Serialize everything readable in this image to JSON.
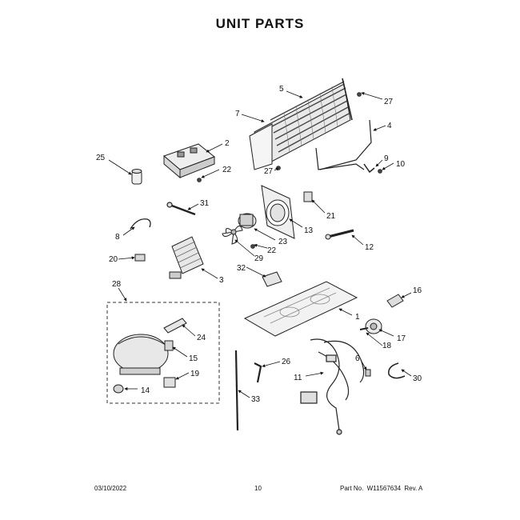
{
  "title": "UNIT PARTS",
  "callouts": {
    "c1": "1",
    "c2": "2",
    "c3": "3",
    "c4": "4",
    "c5": "5",
    "c6": "6",
    "c7": "7",
    "c8": "8",
    "c9": "9",
    "c10": "10",
    "c11": "11",
    "c12": "12",
    "c13": "13",
    "c14": "14",
    "c15": "15",
    "c16": "16",
    "c17": "17",
    "c18": "18",
    "c19": "19",
    "c20": "20",
    "c21": "21",
    "c22a": "22",
    "c22b": "22",
    "c23": "23",
    "c24": "24",
    "c25": "25",
    "c26": "26",
    "c27a": "27",
    "c27b": "27",
    "c28": "28",
    "c29": "29",
    "c30": "30",
    "c31": "31",
    "c32": "32",
    "c33": "33"
  },
  "footer": {
    "date": "03/10/2022",
    "page": "10",
    "part_label": "Part No.",
    "part_number": "W11567634",
    "revision": "Rev. A"
  }
}
